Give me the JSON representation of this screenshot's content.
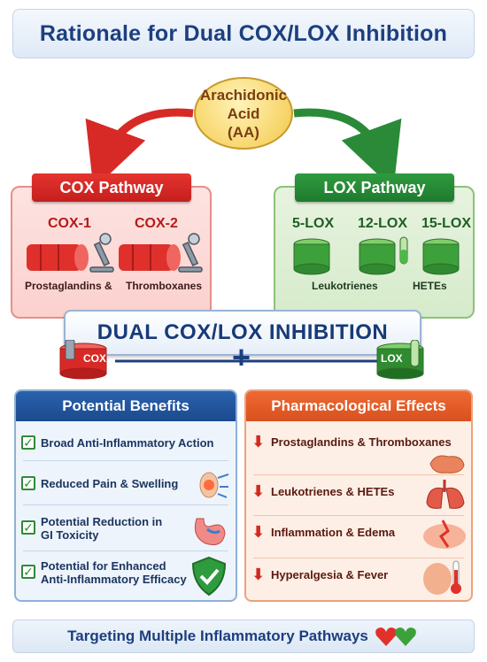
{
  "title": "Rationale for Dual COX/LOX Inhibition",
  "center": {
    "line1": "Arachidonic",
    "line2": "Acid",
    "line3": "(AA)"
  },
  "cox": {
    "banner": "COX Pathway",
    "enzymes": [
      "COX-1",
      "COX-2"
    ],
    "products": [
      "Prostaglandins &",
      "Thromboxanes"
    ],
    "color": "#d72a26"
  },
  "lox": {
    "banner": "LOX Pathway",
    "enzymes": [
      "5-LOX",
      "12-LOX",
      "15-LOX"
    ],
    "products": [
      "Leukotrienes",
      "HETEs"
    ],
    "color": "#2a8a38"
  },
  "dual": {
    "label": "DUAL COX/LOX INHIBITION",
    "cox_tag": "COX",
    "lox_tag": "LOX",
    "plus": "+"
  },
  "benefits": {
    "title": "Potential Benefits",
    "items": [
      {
        "line1": "Broad Anti-Inflammatory Action",
        "line2": ""
      },
      {
        "line1": "Reduced Pain & Swelling",
        "line2": ""
      },
      {
        "line1": "Potential Reduction in",
        "line2": "GI Toxicity"
      },
      {
        "line1": "Potential for Enhanced",
        "line2": "Anti-Inflammatory Efficacy"
      }
    ]
  },
  "effects": {
    "title": "Pharmacological Effects",
    "items": [
      "Prostaglandins & Thromboxanes",
      "Leukotrienes & HETEs",
      "Inflammation & Edema",
      "Hyperalgesia & Fever"
    ]
  },
  "footer": "Targeting Multiple Inflammatory Pathways"
}
